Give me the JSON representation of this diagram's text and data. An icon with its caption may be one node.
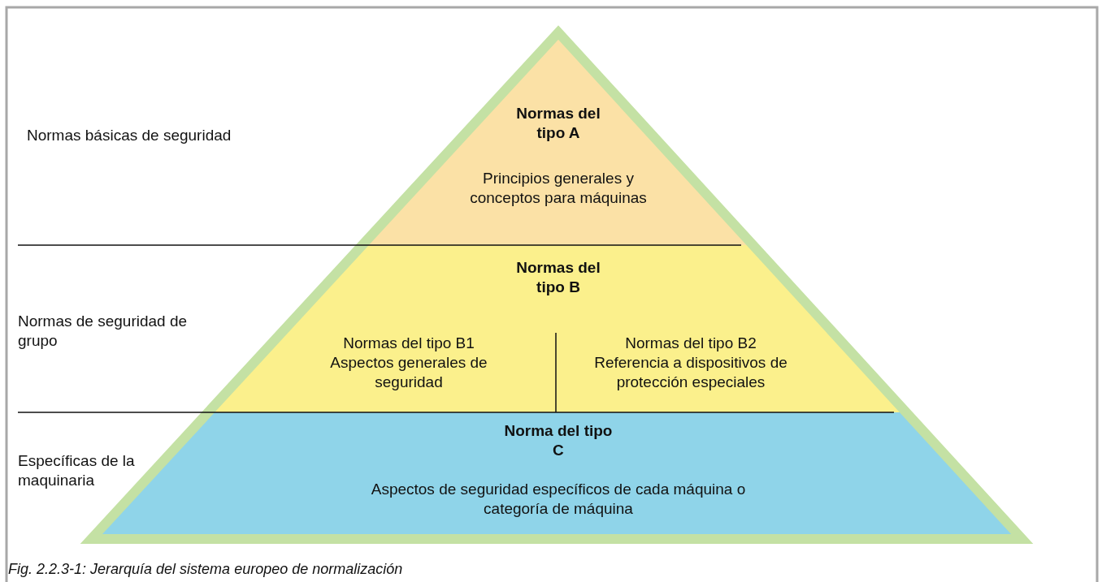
{
  "diagram": {
    "caption": "Fig. 2.2.3-1: Jerarquía del sistema europeo de normalización",
    "nodes": [
      {
        "text": [
          "Normas del tipo A",
          "Principios generales y conceptos para máquinas"
        ]
      },
      {
        "text": [
          "Normas del tipo B"
        ]
      },
      {
        "text": [
          "Normas del tipo B1",
          "Aspectos generales de seguridad"
        ],
        "in": 1
      },
      {
        "text": [
          "Normas del tipo B2",
          "Referencia a dispositivos de protección especiales"
        ],
        "in": 1
      },
      {
        "text": [
          "Norma del tipo C",
          "Aspectos de seguridad específicos de cada máquina o categoría de máquina"
        ]
      }
    ],
    "labels": [
      "Normas básicas de seguridad",
      "Normas de seguridad de grupo",
      "Específicas de la maquinaria"
    ]
  }
}
